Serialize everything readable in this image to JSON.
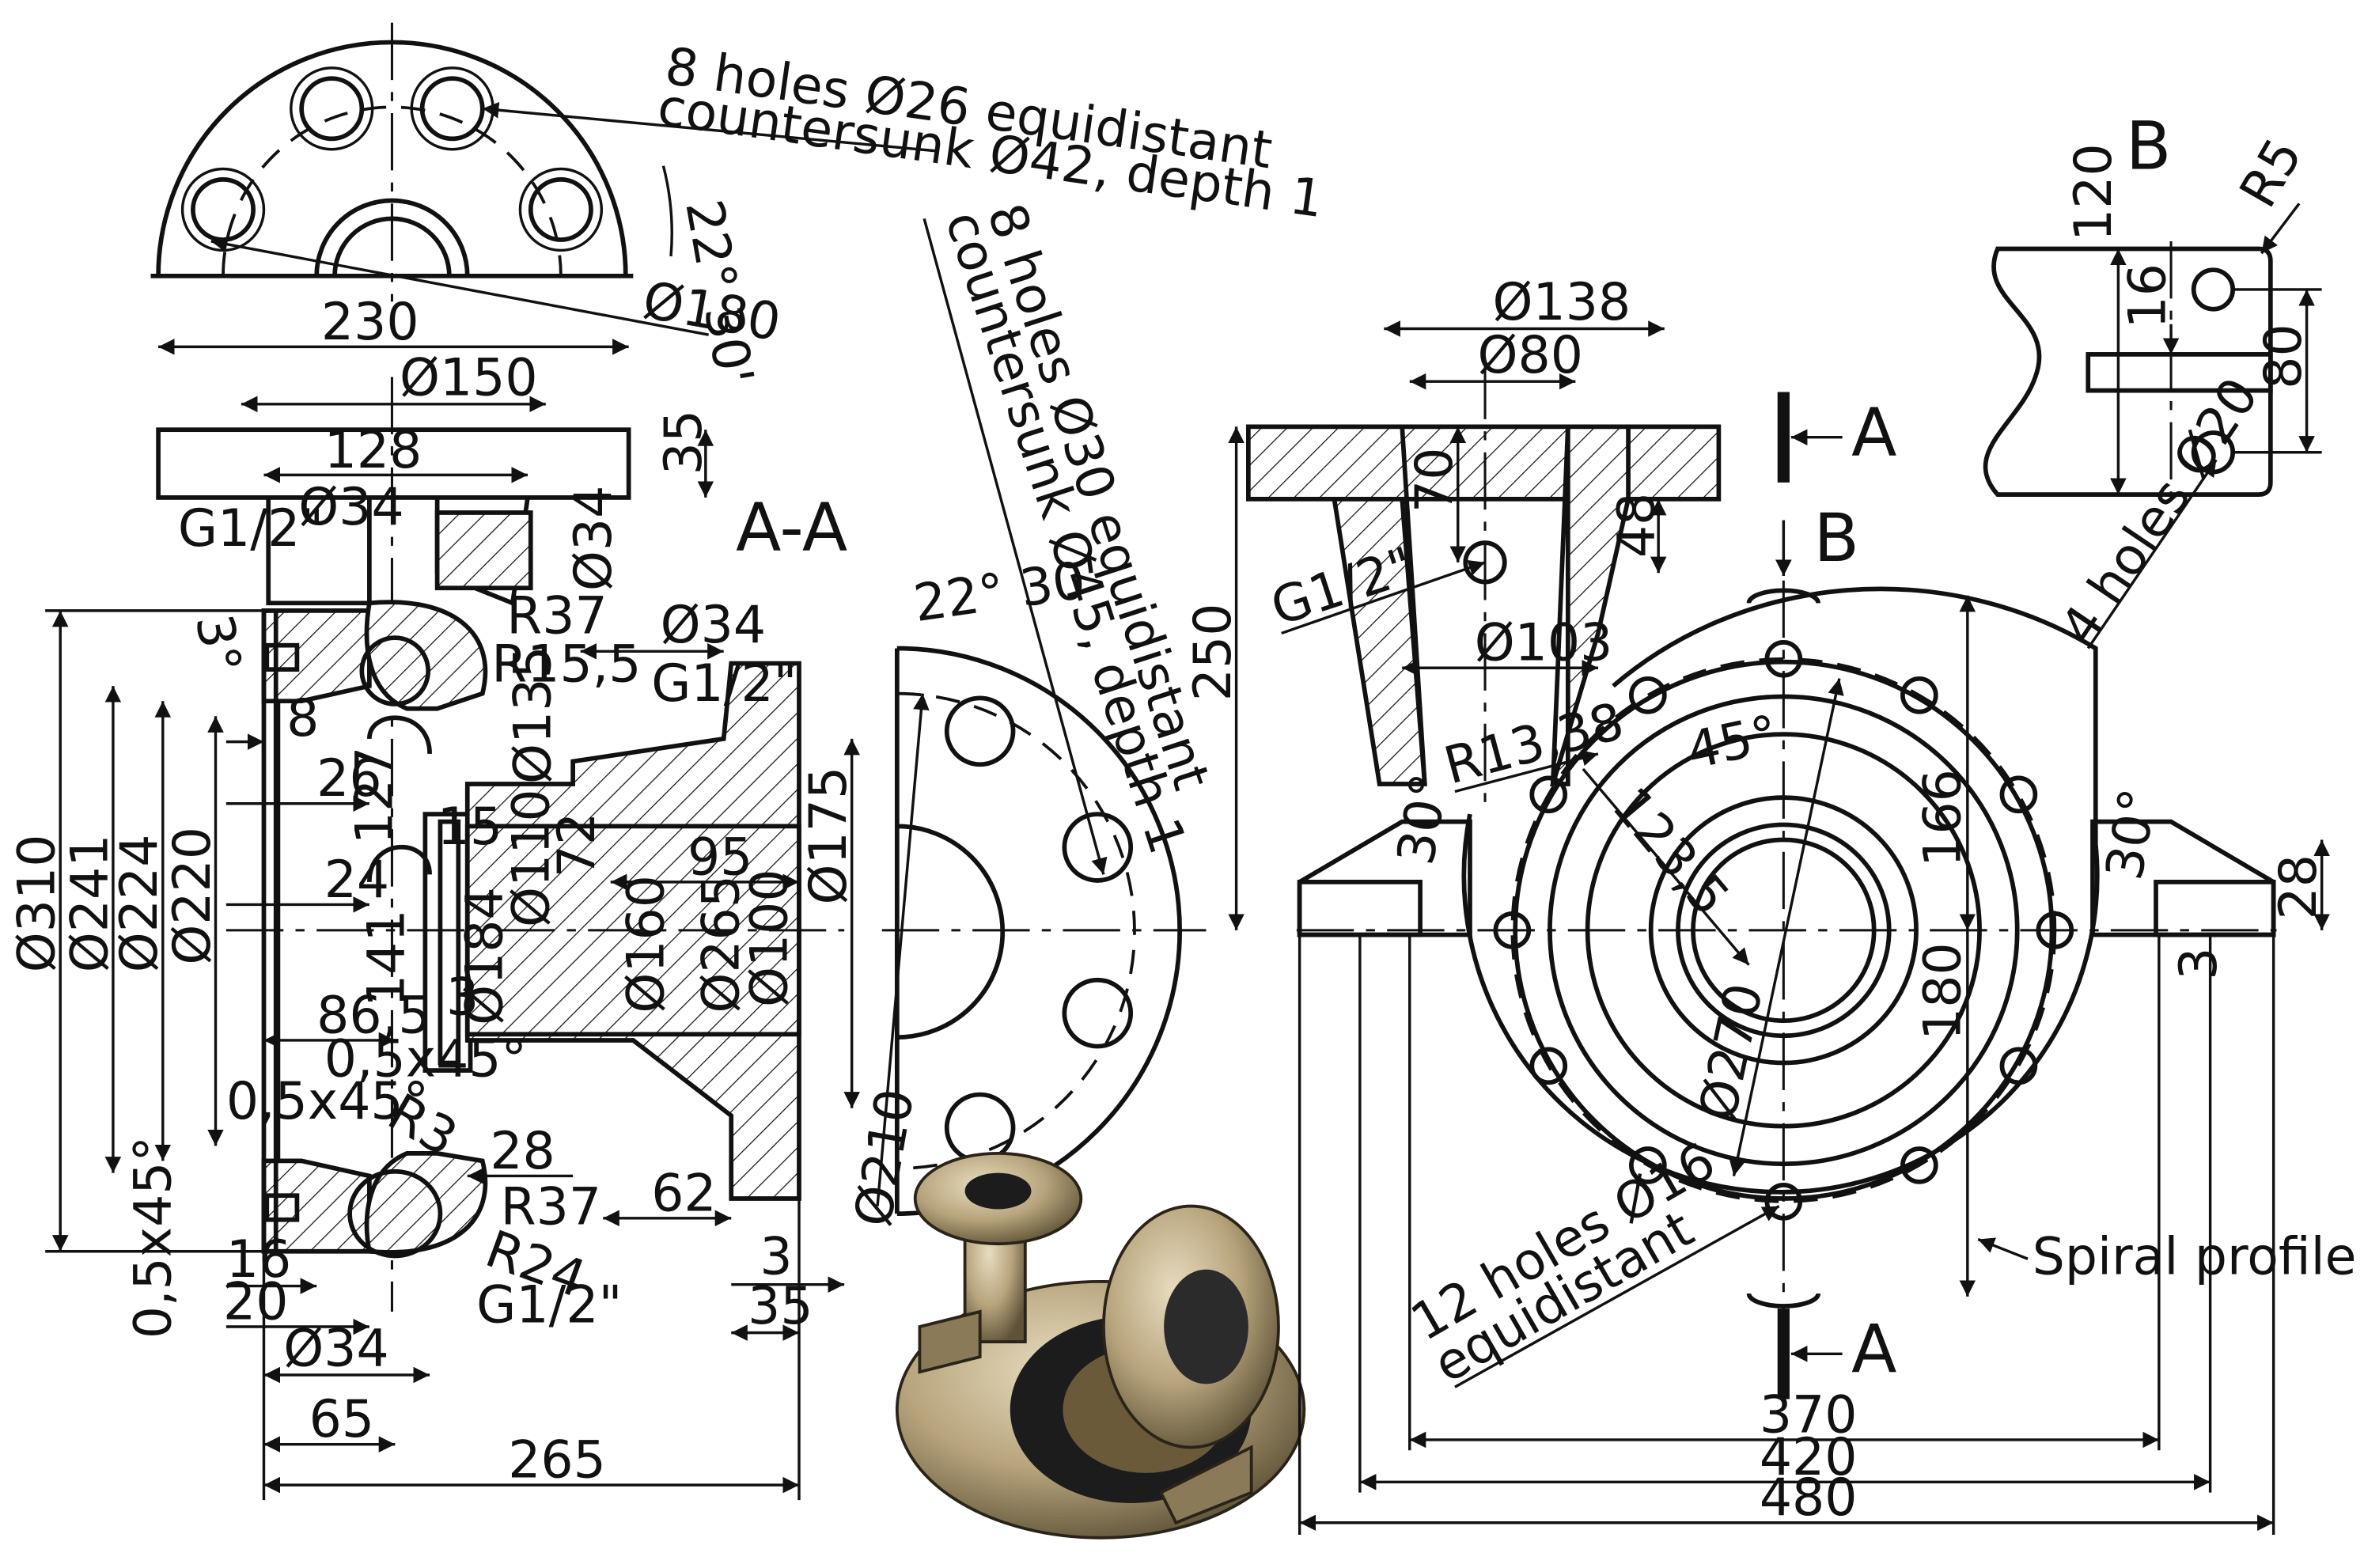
{
  "views": {
    "section_label": "A-A",
    "detail_label": "B"
  },
  "section_markers": {
    "top_a": "A",
    "bottom_a": "A",
    "b_arrow": "B"
  },
  "notes": {
    "top_holes_line1": "8 holes Ø26 equidistant",
    "top_holes_line2": "countersunk Ø42, depth 1",
    "side_holes_line1": "8 holes Ø30 equidistant",
    "side_holes_line2": "countersunk Ø45, depth 1",
    "front_holes_line1": "12 holes Ø16",
    "front_holes_line2": "equidistant",
    "detail_holes": "4 holes Ø20",
    "spiral": "Spiral profile"
  },
  "top_flange_view": {
    "angle": "22° 30'",
    "pcd": "Ø180"
  },
  "section_view": {
    "d230": "230",
    "d150": "Ø150",
    "d128": "128",
    "d35_top": "35",
    "d34_top": "Ø34",
    "g_top": "G1/2\"",
    "d34_right": "Ø34",
    "angle3": "3°",
    "r37_top": "R37",
    "r15": "R15,5",
    "d34_mid": "Ø34",
    "g_mid": "G1/2\"",
    "d310": "Ø310",
    "d241": "Ø241",
    "d224": "Ø224",
    "d220": "Ø220",
    "d8": "8",
    "d26": "26",
    "d127": "127",
    "d15": "15",
    "d135": "Ø135",
    "d72": "72",
    "d24": "24",
    "d95": "95",
    "d175": "Ø175",
    "d110": "Ø110",
    "d141": "141",
    "d184": "Ø184",
    "d3_mid": "3",
    "d160": "Ø160",
    "d265_dia": "Ø265",
    "d100": "Ø100",
    "d86": "86,5",
    "ch1": "0,5x45°",
    "ch2": "0,5x45°",
    "ch3": "0,5x45°",
    "r3": "R3",
    "d28": "28",
    "d62": "62",
    "r37_bot": "R37",
    "r24": "R24",
    "d16": "16",
    "d20": "20",
    "g_bot": "G1/2\"",
    "d34_bot": "Ø34",
    "d3_right": "3",
    "d35_right": "35",
    "d65": "65",
    "d265": "265"
  },
  "side_flange_view": {
    "angle": "22° 30'",
    "pcd": "Ø210"
  },
  "front_view": {
    "d138": "Ø138",
    "d80": "Ø80",
    "d70": "70",
    "d48": "48",
    "g": "G1/2\"",
    "d103": "Ø103",
    "d250": "250",
    "r13": "R13,38",
    "angle45": "45°",
    "r123": "123,5",
    "d166": "166",
    "angle30_left": "30°",
    "angle30_right": "30°",
    "d28": "28",
    "d3": "3",
    "d180": "180",
    "d270": "Ø270",
    "d370": "370",
    "d420": "420",
    "d480": "480"
  },
  "detail_view": {
    "r5": "R5",
    "d120": "120",
    "d16": "16",
    "d80": "80"
  }
}
